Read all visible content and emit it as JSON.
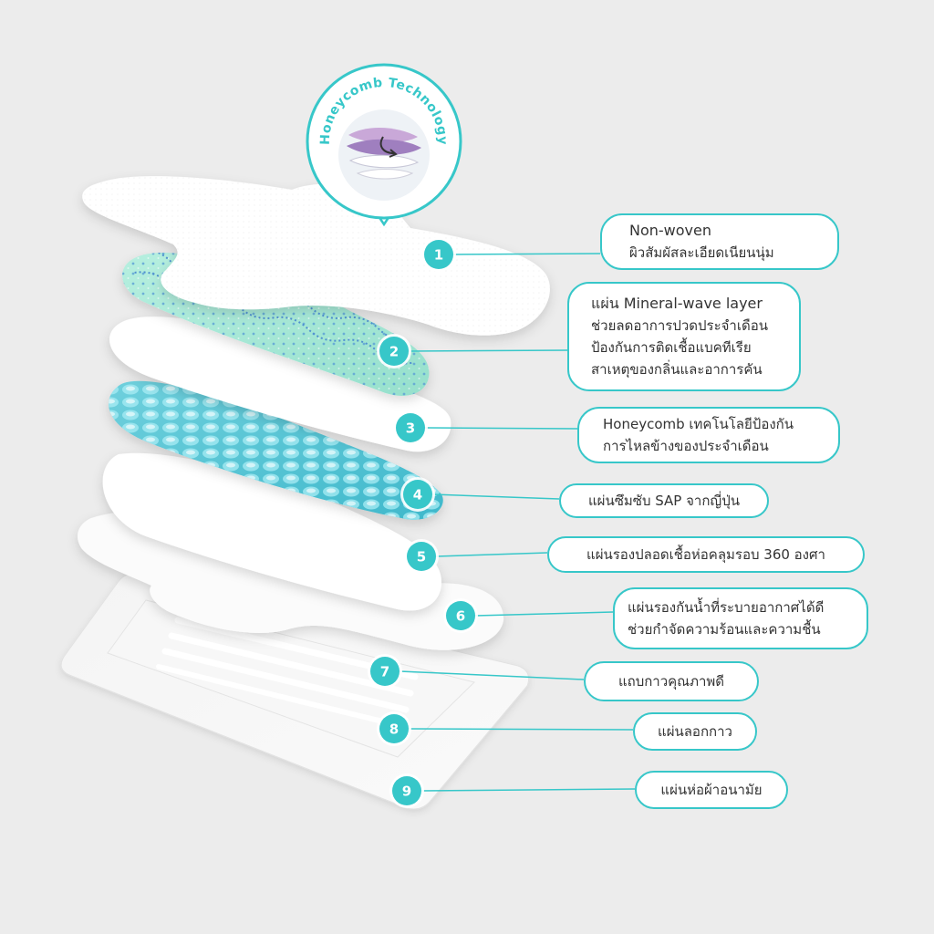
{
  "colors": {
    "accent": "#37c7c9",
    "background": "#ececec",
    "mineral_green": "#a9e8d6",
    "honeycomb_blue": "#5cc8d8"
  },
  "seal": {
    "text": "Honeycomb Technology",
    "icon": "layers-illustration-icon"
  },
  "layers": [
    {
      "number": "1",
      "lines": [
        "Non-woven",
        "ผิวสัมผัสละเอียดเนียนนุ่ม"
      ]
    },
    {
      "number": "2",
      "lines": [
        "แผ่น Mineral-wave layer",
        "ช่วยลดอาการปวดประจำเดือน",
        "ป้องกันการติดเชื้อแบคทีเรีย",
        "สาเหตุของกลิ่นและอาการคัน"
      ]
    },
    {
      "number": "3",
      "lines": [
        "Honeycomb เทคโนโลยีป้องกัน",
        "การไหลข้างของประจำเดือน"
      ]
    },
    {
      "number": "4",
      "lines": [
        "แผ่นซึมซับ SAP จากญี่ปุ่น"
      ]
    },
    {
      "number": "5",
      "lines": [
        "แผ่นรองปลอดเชื้อห่อคลุมรอบ 360 องศา"
      ]
    },
    {
      "number": "6",
      "lines": [
        "แผ่นรองกันน้ำที่ระบายอากาศได้ดี",
        "ช่วยกำจัดความร้อนและความชื้น"
      ]
    },
    {
      "number": "7",
      "lines": [
        "แถบกาวคุณภาพดี"
      ]
    },
    {
      "number": "8",
      "lines": [
        "แผ่นลอกกาว"
      ]
    },
    {
      "number": "9",
      "lines": [
        "แผ่นห่อผ้าอนามัย"
      ]
    }
  ]
}
